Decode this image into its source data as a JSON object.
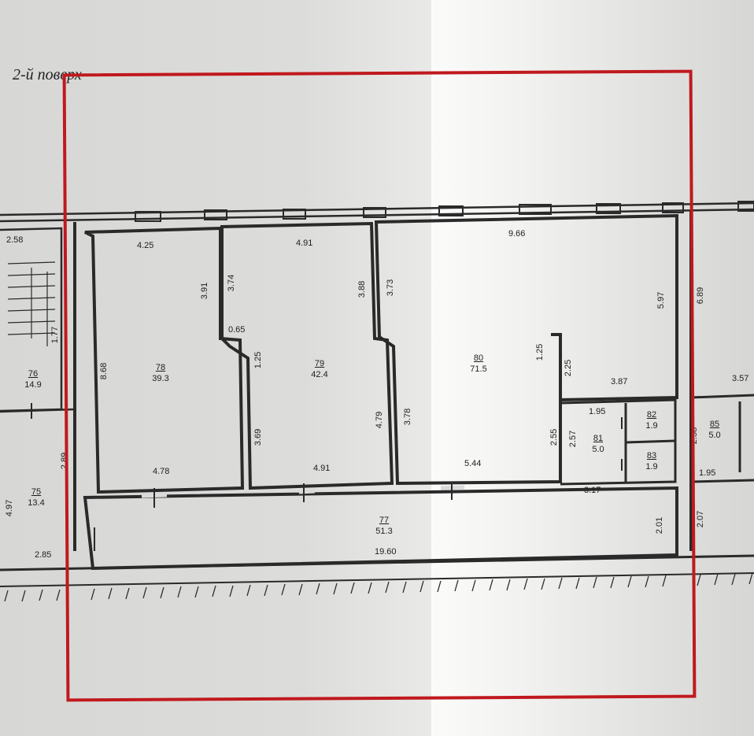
{
  "title": "2-й поверх",
  "rooms": {
    "r76": {
      "number": "76",
      "area": "14.9"
    },
    "r75": {
      "number": "75",
      "area": "13.4"
    },
    "r78": {
      "number": "78",
      "area": "39.3"
    },
    "r79": {
      "number": "79",
      "area": "42.4"
    },
    "r80": {
      "number": "80",
      "area": "71.5"
    },
    "r81": {
      "number": "81",
      "area": "5.0"
    },
    "r82": {
      "number": "82",
      "area": "1.9"
    },
    "r83": {
      "number": "83",
      "area": "1.9"
    },
    "r85": {
      "number": "85",
      "area": "5.0"
    },
    "r77": {
      "number": "77",
      "area": "51.3"
    }
  },
  "dims": {
    "d_258": "2.58",
    "d_177": "1.77",
    "d_289": "2.89",
    "d_497": "4.97",
    "d_285": "2.85",
    "d_425": "4.25",
    "d_391": "3.91",
    "d_868": "8.68",
    "d_478": "4.78",
    "d_374": "3.74",
    "d_065": "0.65",
    "d_125a": "1.25",
    "d_369": "3.69",
    "d_491a": "4.91",
    "d_388": "3.88",
    "d_479": "4.79",
    "d_491b": "4.91",
    "d_373": "3.73",
    "d_378": "3.78",
    "d_544": "5.44",
    "d_966": "9.66",
    "d_597": "5.97",
    "d_125b": "1.25",
    "d_225": "2.25",
    "d_387": "3.87",
    "d_195a": "1.95",
    "d_257": "2.57",
    "d_255": "2.55",
    "d_317": "3.17",
    "d_201": "2.01",
    "d_1960": "19.60",
    "d_689": "6.89",
    "d_357": "3.57",
    "d_258b": "2.58",
    "d_195b": "1.95",
    "d_207": "2.07"
  },
  "colors": {
    "selection": "#c0191e",
    "wall": "#2a2a2a"
  }
}
